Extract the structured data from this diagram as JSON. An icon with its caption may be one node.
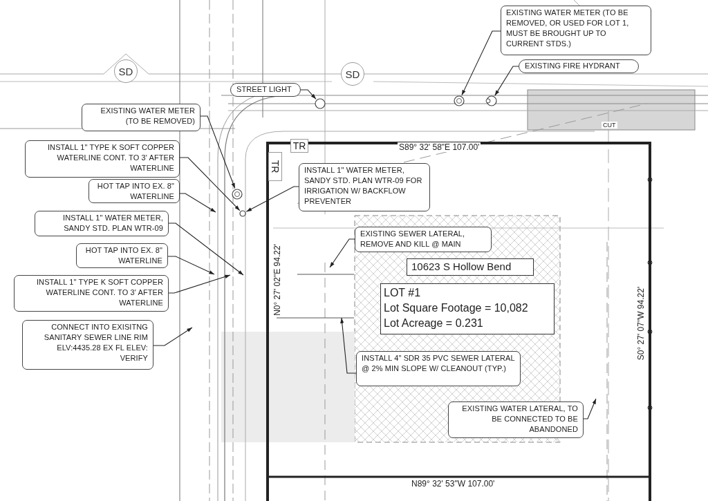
{
  "diagram": {
    "nodes": [
      {
        "text": [
          "SD"
        ]
      },
      {
        "text": [
          "SD"
        ]
      },
      {
        "text": [
          "EXISTING WATER METER (TO BE REMOVED, OR USED FOR LOT 1, MUST BE BROUGHT UP TO CURRENT STDS.)"
        ]
      },
      {
        "text": [
          "EXISTING FIRE HYDRANT"
        ]
      },
      {
        "text": [
          "STREET LIGHT"
        ]
      },
      {
        "text": [
          "EXISTING WATER METER (TO BE REMOVED)"
        ]
      },
      {
        "text": [
          "TR"
        ]
      },
      {
        "text": [
          "TR"
        ]
      },
      {
        "text": [
          "INSTALL 1\" TYPE K SOFT COPPER WATERLINE CONT. TO 3' AFTER WATERLINE"
        ]
      },
      {
        "text": [
          "INSTALL 1\" WATER METER, SANDY STD. PLAN WTR-09 FOR IRRIGATION W/ BACKFLOW PREVENTER"
        ]
      },
      {
        "text": [
          "HOT TAP INTO EX. 8\" WATERLINE"
        ]
      },
      {
        "text": [
          "INSTALL 1\" WATER METER, SANDY STD. PLAN WTR-09"
        ]
      },
      {
        "text": [
          "EXISTING SEWER LATERAL, REMOVE AND KILL @ MAIN"
        ]
      },
      {
        "text": [
          "HOT TAP INTO EX. 8\" WATERLINE"
        ]
      },
      {
        "text": [
          "10623 S Hollow Bend"
        ]
      },
      {
        "text": [
          "INSTALL 1\" TYPE K SOFT COPPER WATERLINE CONT. TO 3' AFTER WATERLINE"
        ]
      },
      {
        "text": [
          "LOT #1",
          "Lot Square Footage = 10,082",
          "Lot Acreage = 0.231"
        ]
      },
      {
        "text": [
          "CONNECT INTO EXISITNG SANITARY SEWER LINE RIM ELV:4435.28 EX FL ELEV: VERIFY"
        ]
      },
      {
        "text": [
          "INSTALL 4\" SDR 35 PVC SEWER LATERAL @ 2% MIN SLOPE W/ CLEANOUT (TYP.)"
        ]
      },
      {
        "text": [
          "EXISTING WATER LATERAL, TO BE CONNECTED TO BE ABANDONED"
        ]
      },
      {
        "text": [],
        "shape": "circle"
      },
      {
        "text": [],
        "shape": "circle"
      },
      {
        "text": [],
        "shape": "circle"
      },
      {
        "text": [],
        "shape": "circle"
      },
      {
        "text": [],
        "shape": "circle"
      }
    ],
    "edges": [
      {
        "from": 2,
        "to": 20,
        "arrow": "to"
      },
      {
        "from": 3,
        "to": 21,
        "arrow": "to"
      },
      {
        "from": 4,
        "to": 22,
        "arrow": "to"
      },
      {
        "from": 5,
        "to": 23,
        "arrow": "to"
      },
      {
        "from": 8,
        "to": 24,
        "arrow": "to"
      },
      {
        "from": 10,
        "to": null,
        "arrow": "to"
      },
      {
        "from": 9,
        "to": 24,
        "arrow": "to"
      },
      {
        "from": 11,
        "to": null,
        "arrow": "to"
      },
      {
        "from": 13,
        "to": null,
        "arrow": "to"
      },
      {
        "from": 15,
        "to": null,
        "arrow": "to"
      },
      {
        "from": 17,
        "to": null,
        "arrow": "to"
      },
      {
        "from": 12,
        "to": null,
        "arrow": "to"
      },
      {
        "from": 18,
        "to": null,
        "arrow": "to"
      },
      {
        "from": 19,
        "to": null,
        "arrow": "to"
      }
    ],
    "labels": [
      "S89° 32' 58\"E 107.00'",
      "N0° 27' 02\"E 94.22'",
      "S0° 27' 07\"W 94.22'",
      "CUT",
      "N89° 32' 53\"W 107.00'"
    ]
  }
}
